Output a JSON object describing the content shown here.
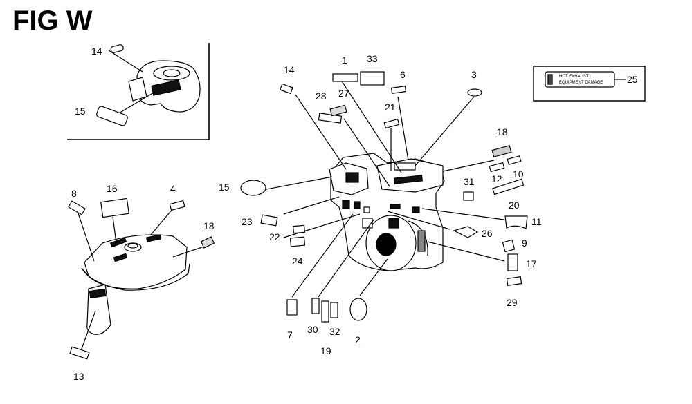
{
  "title": "FIG W",
  "inset_label_text": [
    "HOT  EXHAUST",
    "EQUIPMENT DAMAGE"
  ],
  "colors": {
    "line": "#000000",
    "bg": "#ffffff",
    "fill_light": "#f2f2f2",
    "fill_mid": "#cfcfcf",
    "fill_dark": "#111111"
  },
  "callouts": {
    "c1": "1",
    "c2": "2",
    "c3": "3",
    "c4": "4",
    "c6": "6",
    "c7": "7",
    "c8": "8",
    "c9": "9",
    "c10": "10",
    "c11": "11",
    "c12": "12",
    "c13": "13",
    "c14a": "14",
    "c14b": "14",
    "c15a": "15",
    "c15b": "15",
    "c16": "16",
    "c17": "17",
    "c18a": "18",
    "c18b": "18",
    "c19": "19",
    "c20": "20",
    "c21": "21",
    "c22": "22",
    "c23": "23",
    "c24": "24",
    "c25": "25",
    "c26": "26",
    "c27": "27",
    "c28": "28",
    "c29": "29",
    "c30": "30",
    "c31": "31",
    "c32": "32",
    "c33": "33"
  }
}
